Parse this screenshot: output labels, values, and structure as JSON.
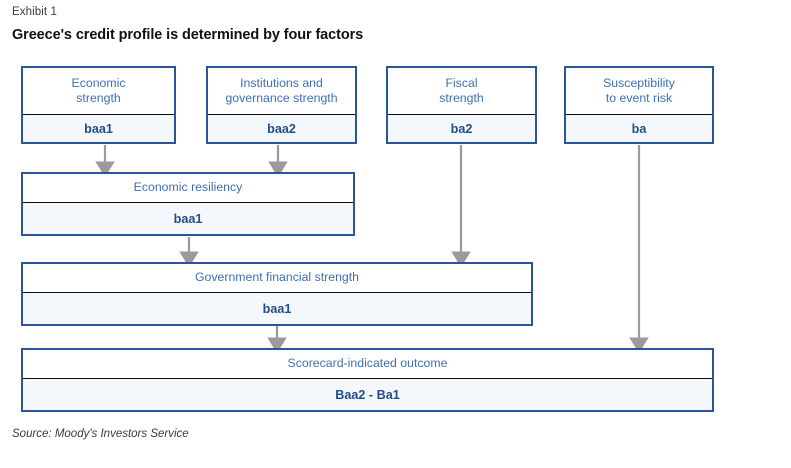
{
  "header": {
    "exhibit_label": "Exhibit 1",
    "title": "Greece's credit profile is determined by four factors"
  },
  "footer": {
    "source": "Source: Moody's Investors Service"
  },
  "colors": {
    "box_border": "#2a5699",
    "box_title_text": "#3f6fb5",
    "score_text": "#1f4e89",
    "score_fill": "#f4f8fc",
    "divider": "#0f0f0f",
    "arrow": "#9a9a9a"
  },
  "chart_data": {
    "type": "diagram",
    "title": "Greece's credit profile is determined by four factors",
    "levels": [
      {
        "name": "factors",
        "nodes": [
          {
            "label": "Economic\nstrength",
            "score": "baa1"
          },
          {
            "label": "Institutions and\ngovernance strength",
            "score": "baa2"
          },
          {
            "label": "Fiscal\nstrength",
            "score": "ba2"
          },
          {
            "label": "Susceptibility\nto event risk",
            "score": "ba"
          }
        ]
      },
      {
        "name": "resiliency",
        "nodes": [
          {
            "label": "Economic resiliency",
            "score": "baa1"
          }
        ]
      },
      {
        "name": "government-financial-strength",
        "nodes": [
          {
            "label": "Government financial strength",
            "score": "baa1"
          }
        ]
      },
      {
        "name": "outcome",
        "nodes": [
          {
            "label": "Scorecard-indicated outcome",
            "score": "Baa2 - Ba1"
          }
        ]
      }
    ],
    "edges": [
      {
        "from": "Economic strength",
        "to": "Economic resiliency"
      },
      {
        "from": "Institutions and governance strength",
        "to": "Economic resiliency"
      },
      {
        "from": "Economic resiliency",
        "to": "Government financial strength"
      },
      {
        "from": "Fiscal strength",
        "to": "Government financial strength"
      },
      {
        "from": "Government financial strength",
        "to": "Scorecard-indicated outcome"
      },
      {
        "from": "Susceptibility to event risk",
        "to": "Scorecard-indicated outcome"
      }
    ]
  },
  "boxes": {
    "economic_strength": {
      "label": "Economic\nstrength",
      "score": "baa1"
    },
    "institutions": {
      "label": "Institutions and\ngovernance strength",
      "score": "baa2"
    },
    "fiscal_strength": {
      "label": "Fiscal\nstrength",
      "score": "ba2"
    },
    "susceptibility": {
      "label": "Susceptibility\nto event risk",
      "score": "ba"
    },
    "economic_resiliency": {
      "label": "Economic resiliency",
      "score": "baa1"
    },
    "government_financial_strength": {
      "label": "Government financial strength",
      "score": "baa1"
    },
    "scorecard_outcome": {
      "label": "Scorecard-indicated outcome",
      "score": "Baa2 - Ba1"
    }
  }
}
